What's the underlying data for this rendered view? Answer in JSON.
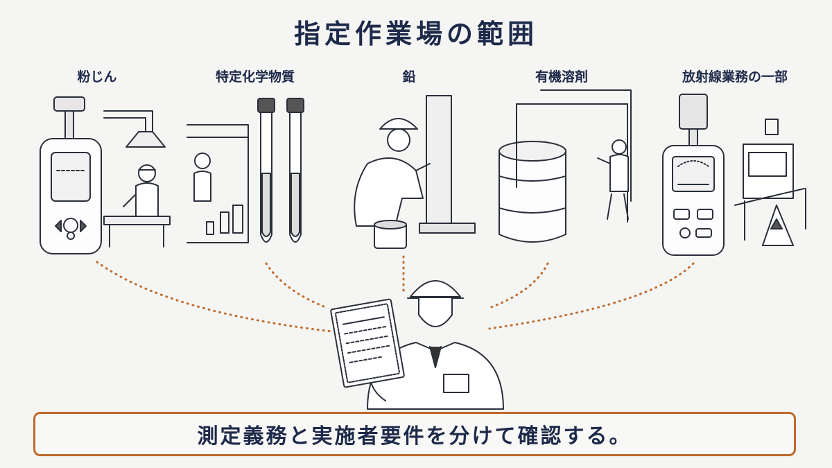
{
  "title": "指定作業場の範囲",
  "categories": [
    {
      "label": "粉じん"
    },
    {
      "label": "特定化学物質"
    },
    {
      "label": "鉛"
    },
    {
      "label": "有機溶剤"
    },
    {
      "label": "放射線業務の一部"
    }
  ],
  "summary": "測定義務と実施者要件を分けて確認する。",
  "colors": {
    "ink": "#1e2a4a",
    "accent": "#c0692a",
    "background": "#f5f5f3"
  }
}
